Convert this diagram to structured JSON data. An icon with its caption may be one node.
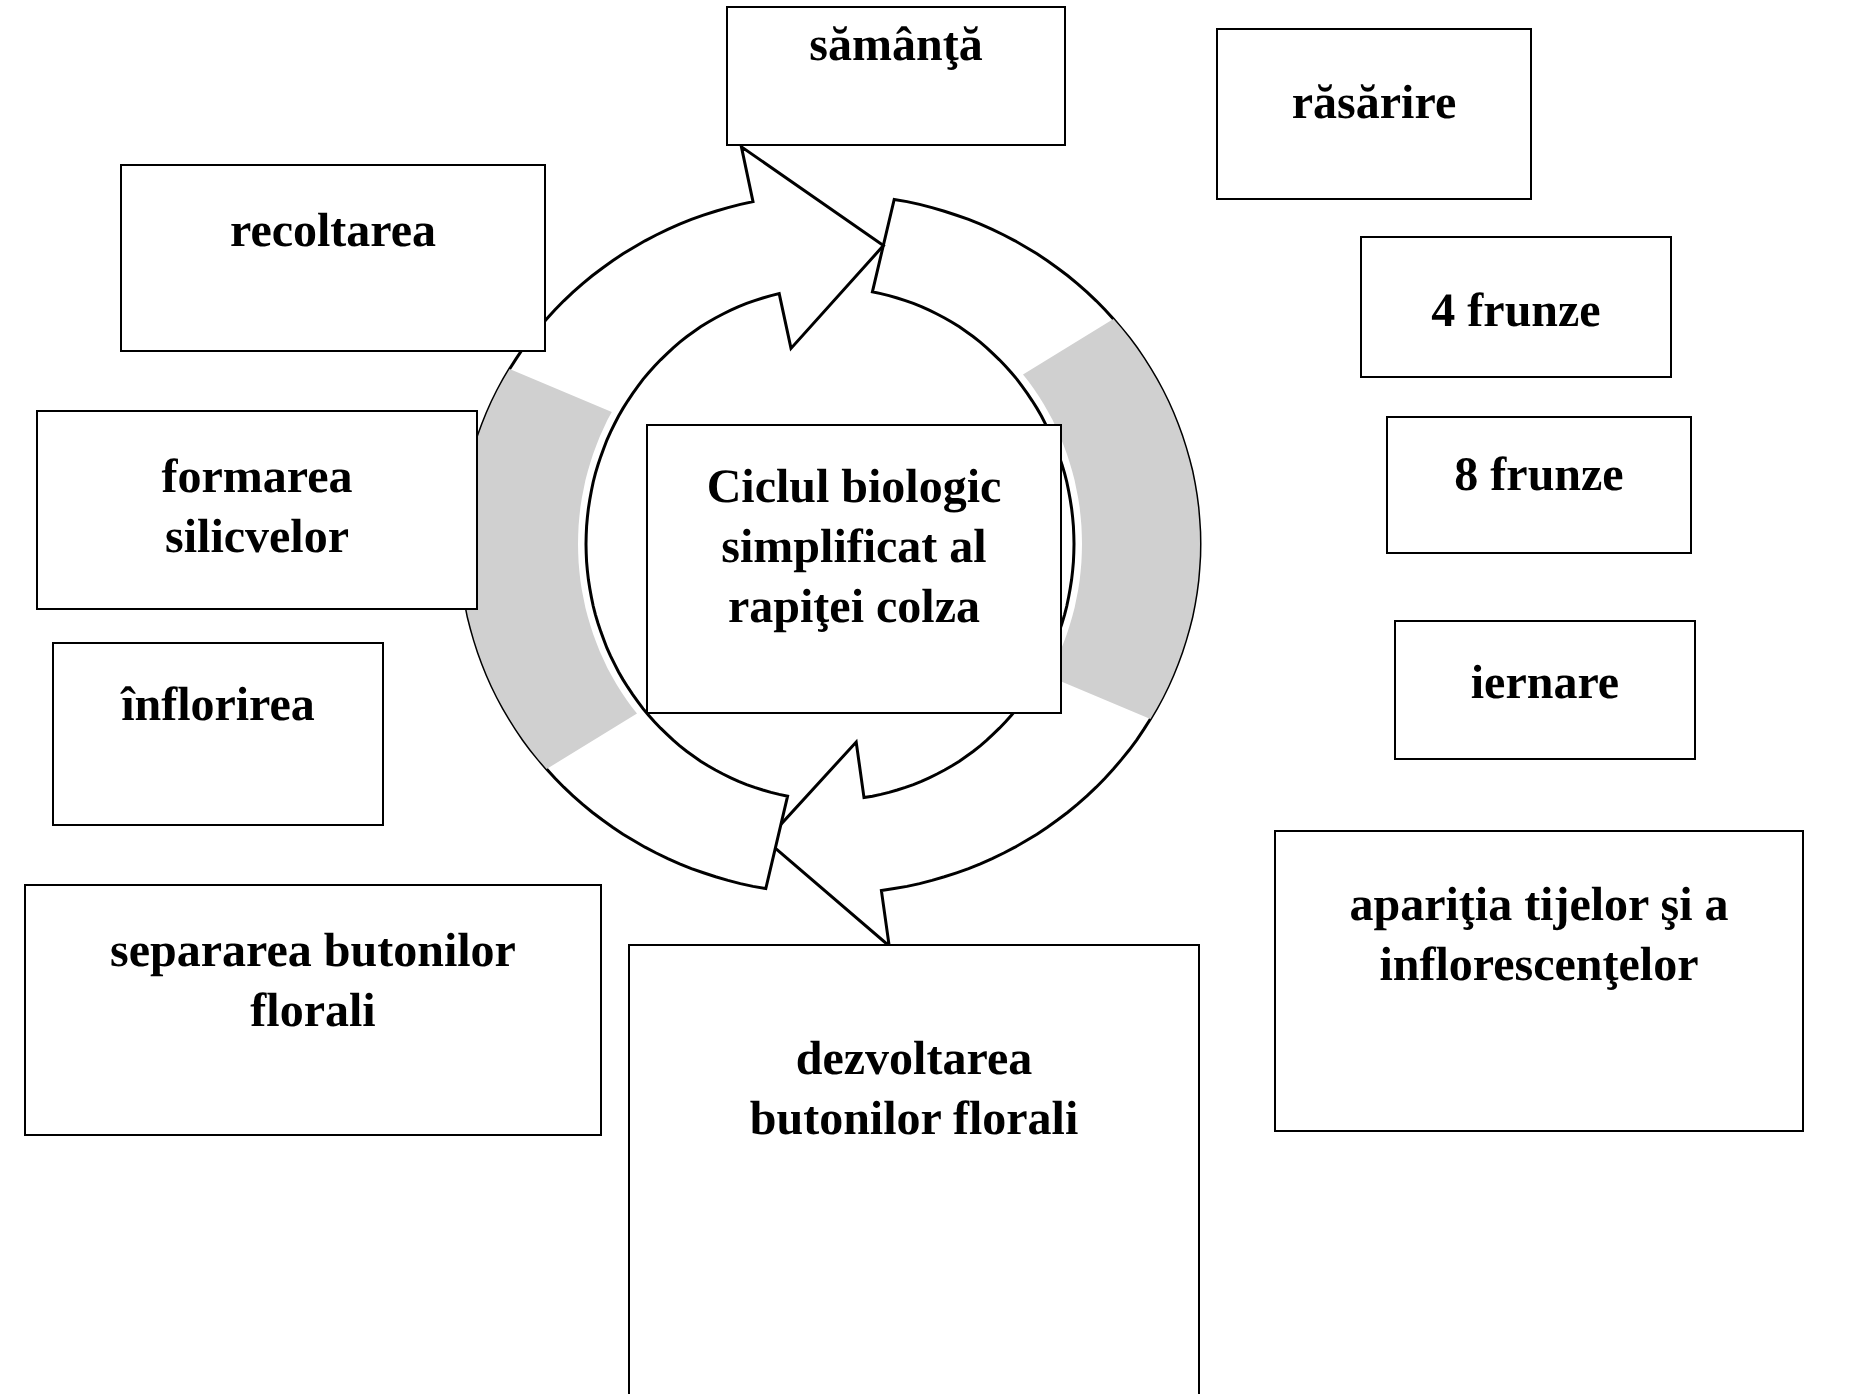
{
  "diagram": {
    "nodes": [
      {
        "text": [
          "sămânţă"
        ]
      },
      {
        "text": [
          "răsărire"
        ]
      },
      {
        "text": [
          "recoltarea"
        ]
      },
      {
        "text": [
          "4 frunze"
        ]
      },
      {
        "text": [
          "formarea silicvelor"
        ]
      },
      {
        "text": [
          "Ciclul biologic simplificat al rapiţei colza"
        ]
      },
      {
        "text": [
          "8 frunze"
        ]
      },
      {
        "text": [
          "înflorirea"
        ]
      },
      {
        "text": [
          "iernare"
        ]
      },
      {
        "text": [
          "apariţia tijelor şi a inflorescenţelor"
        ]
      },
      {
        "text": [
          "separarea butonilor florali"
        ]
      },
      {
        "text": [
          "dezvoltarea butonilor florali"
        ]
      }
    ]
  }
}
